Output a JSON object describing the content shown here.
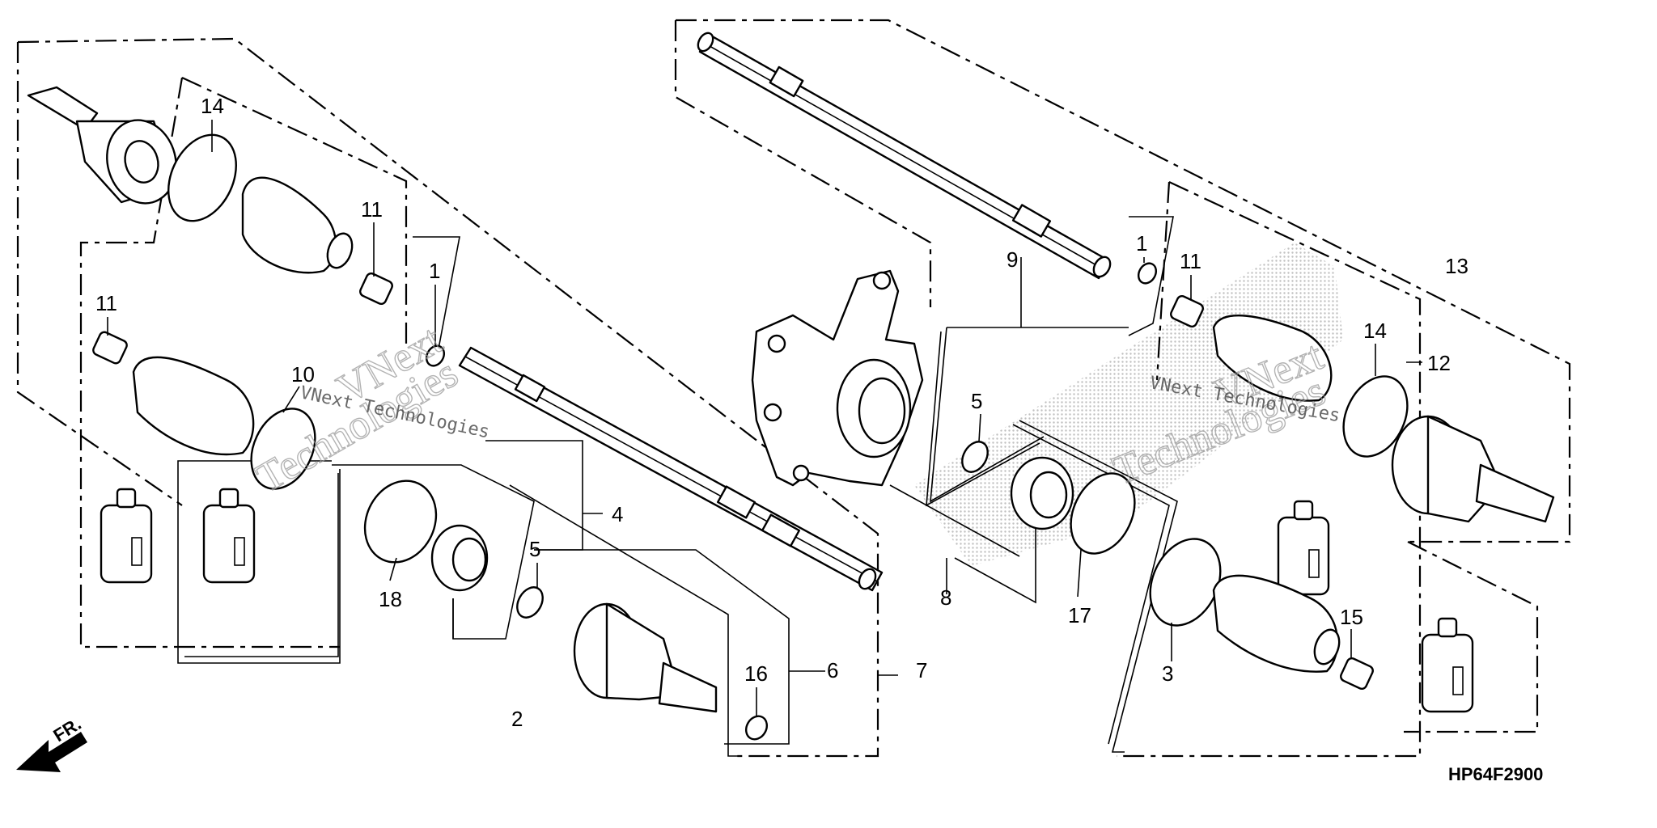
{
  "diagram_code": "HP64F2900",
  "direction_label": "FR.",
  "watermark": {
    "left_big_a": "VNext",
    "left_big_b": "Technologies",
    "left_small": "VNext Technologies",
    "right_big_a": "VNext",
    "right_big_b": "Technologies",
    "right_small": "VNext Technologies"
  },
  "callouts": {
    "c1_left": "1",
    "c1_right": "1",
    "c2": "2",
    "c3": "3",
    "c4": "4",
    "c5_left": "5",
    "c5_right": "5",
    "c6": "6",
    "c7": "7",
    "c8": "8",
    "c9": "9",
    "c10": "10",
    "c11_top": "11",
    "c11_left": "11",
    "c11_right": "11",
    "c12": "12",
    "c13": "13",
    "c14_left": "14",
    "c14_right": "14",
    "c15": "15",
    "c16": "16",
    "c17": "17",
    "c18": "18"
  }
}
